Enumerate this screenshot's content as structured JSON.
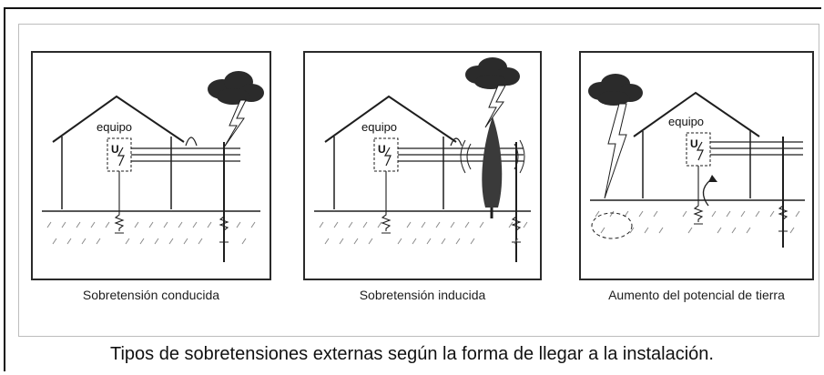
{
  "panels": [
    {
      "label": "equipo",
      "symbol": "U",
      "caption": "Sobretensión conducida"
    },
    {
      "label": "equipo",
      "symbol": "U",
      "caption": "Sobretensión inducida"
    },
    {
      "label": "equipo",
      "symbol": "U",
      "caption": "Aumento del potencial de tierra"
    }
  ],
  "figure_title": "Tipos de sobretensiones externas según la forma de llegar a la instalación.",
  "colors": {
    "line": "#1e1e1e",
    "cloud": "#2b2b2b",
    "ground_hatch": "#8a8a8a"
  }
}
